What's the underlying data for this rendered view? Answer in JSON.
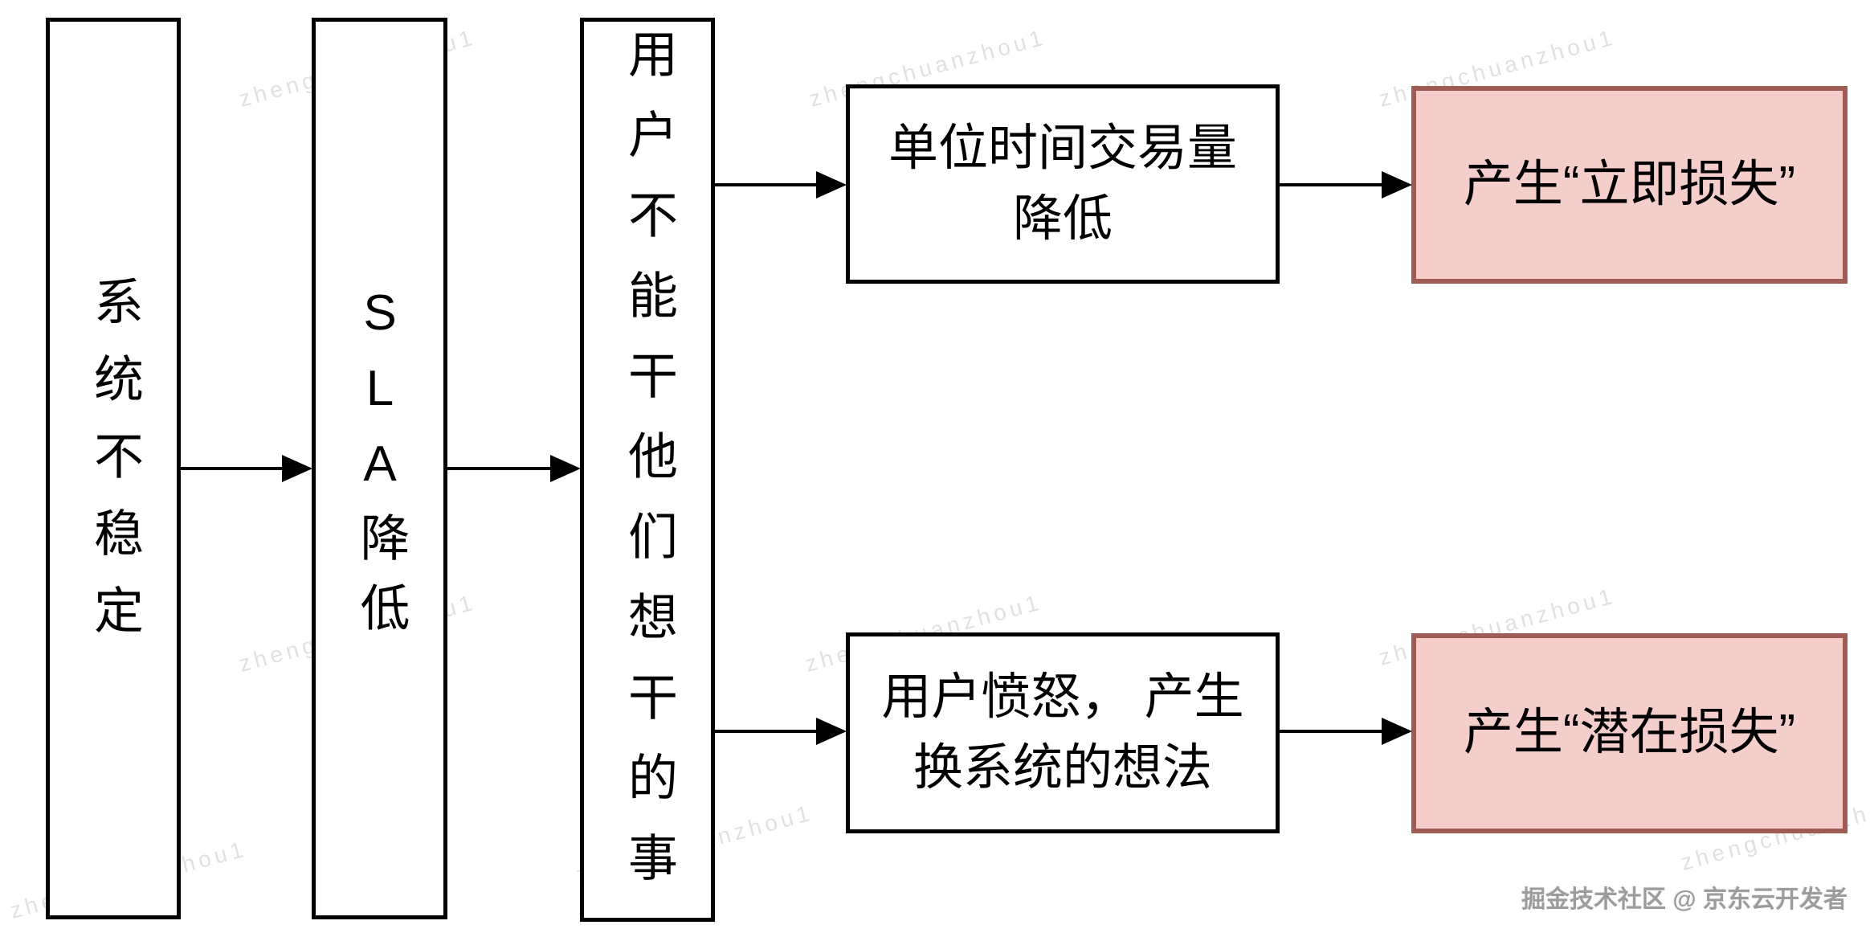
{
  "watermark": {
    "text": "zhengchuanzhou1"
  },
  "credit": {
    "text": "掘金技术社区 @ 京东云开发者"
  },
  "nodes": {
    "system_unstable": {
      "label": "系统不稳定"
    },
    "sla_decrease": {
      "label": "SLA降低"
    },
    "user_blocked": {
      "label": "用户不能干他们想干的事"
    },
    "volume_drop": {
      "label": "单位时间交易量\n降低"
    },
    "user_anger": {
      "label": "用户愤怒， 产生\n换系统的想法"
    },
    "immediate_loss": {
      "label": "产生“立即损失”"
    },
    "potential_loss": {
      "label": "产生“潜在损失”"
    }
  },
  "edges": [
    {
      "from": "system_unstable",
      "to": "sla_decrease"
    },
    {
      "from": "sla_decrease",
      "to": "user_blocked"
    },
    {
      "from": "user_blocked",
      "to": "volume_drop"
    },
    {
      "from": "user_blocked",
      "to": "user_anger"
    },
    {
      "from": "volume_drop",
      "to": "immediate_loss"
    },
    {
      "from": "user_anger",
      "to": "potential_loss"
    }
  ],
  "colors": {
    "node_border": "#000000",
    "loss_fill": "#f4cecb",
    "loss_border": "#a05b55",
    "watermark": "rgba(0,0,0,0.12)",
    "credit": "#9c9c9c"
  }
}
